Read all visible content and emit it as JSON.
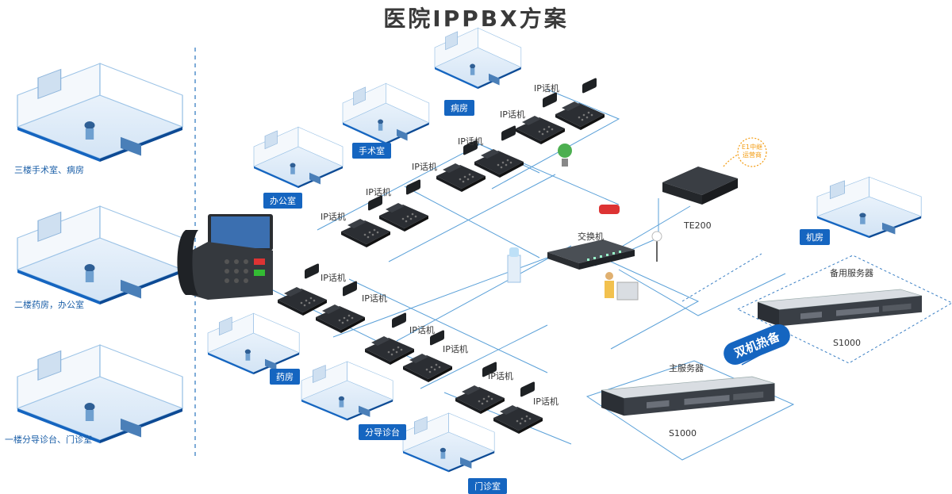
{
  "title": "医院IPPBX方案",
  "left_labels": {
    "floor3": "三楼手术室、病房",
    "floor2": "二楼药房，办公室",
    "floor1": "一楼分导诊台、门诊室"
  },
  "rooms": {
    "ward": "病房",
    "surgery": "手术室",
    "office": "办公室",
    "pharmacy": "药房",
    "triage": "分导诊台",
    "clinic": "门诊室",
    "machine_room": "机房"
  },
  "ip_phone_label": "IP话机",
  "switch_label": "交换机",
  "te200_label": "TE200",
  "e1_note": "E1中继\n运营商",
  "primary_server": {
    "role": "主服务器",
    "model": "S1000"
  },
  "backup_server": {
    "role": "备用服务器",
    "model": "S1000"
  },
  "hot_standby": "双机热备",
  "colors": {
    "accent": "#1565c0",
    "line": "#5aa0d8",
    "dashed": "#3a7fc4",
    "note": "#f39c12"
  }
}
